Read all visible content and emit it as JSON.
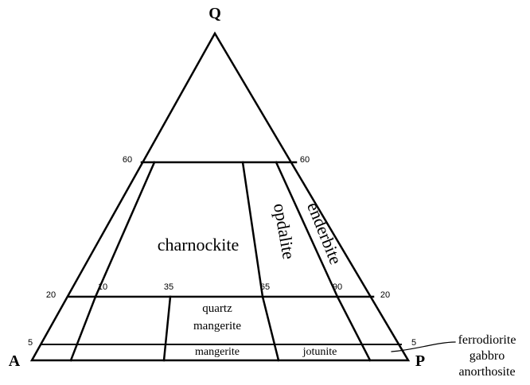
{
  "vertices": {
    "top": "Q",
    "left": "A",
    "right": "P"
  },
  "tick_labels": {
    "left_60": "60",
    "right_60": "60",
    "left_20": "20",
    "right_20": "20",
    "left_5": "5",
    "right_5": "5",
    "p_10": "10",
    "p_35": "35",
    "p_65": "65",
    "p_90": "90"
  },
  "fields": {
    "charnockite": "charnockite",
    "opdalite": "opdalite",
    "enderbite": "enderbite",
    "quartz_mangerite_line1": "quartz",
    "quartz_mangerite_line2": "mangerite",
    "mangerite": "mangerite",
    "jotunite": "jotunite"
  },
  "side_labels": [
    "ferrodiorite",
    "gabbro",
    "anorthosite"
  ]
}
